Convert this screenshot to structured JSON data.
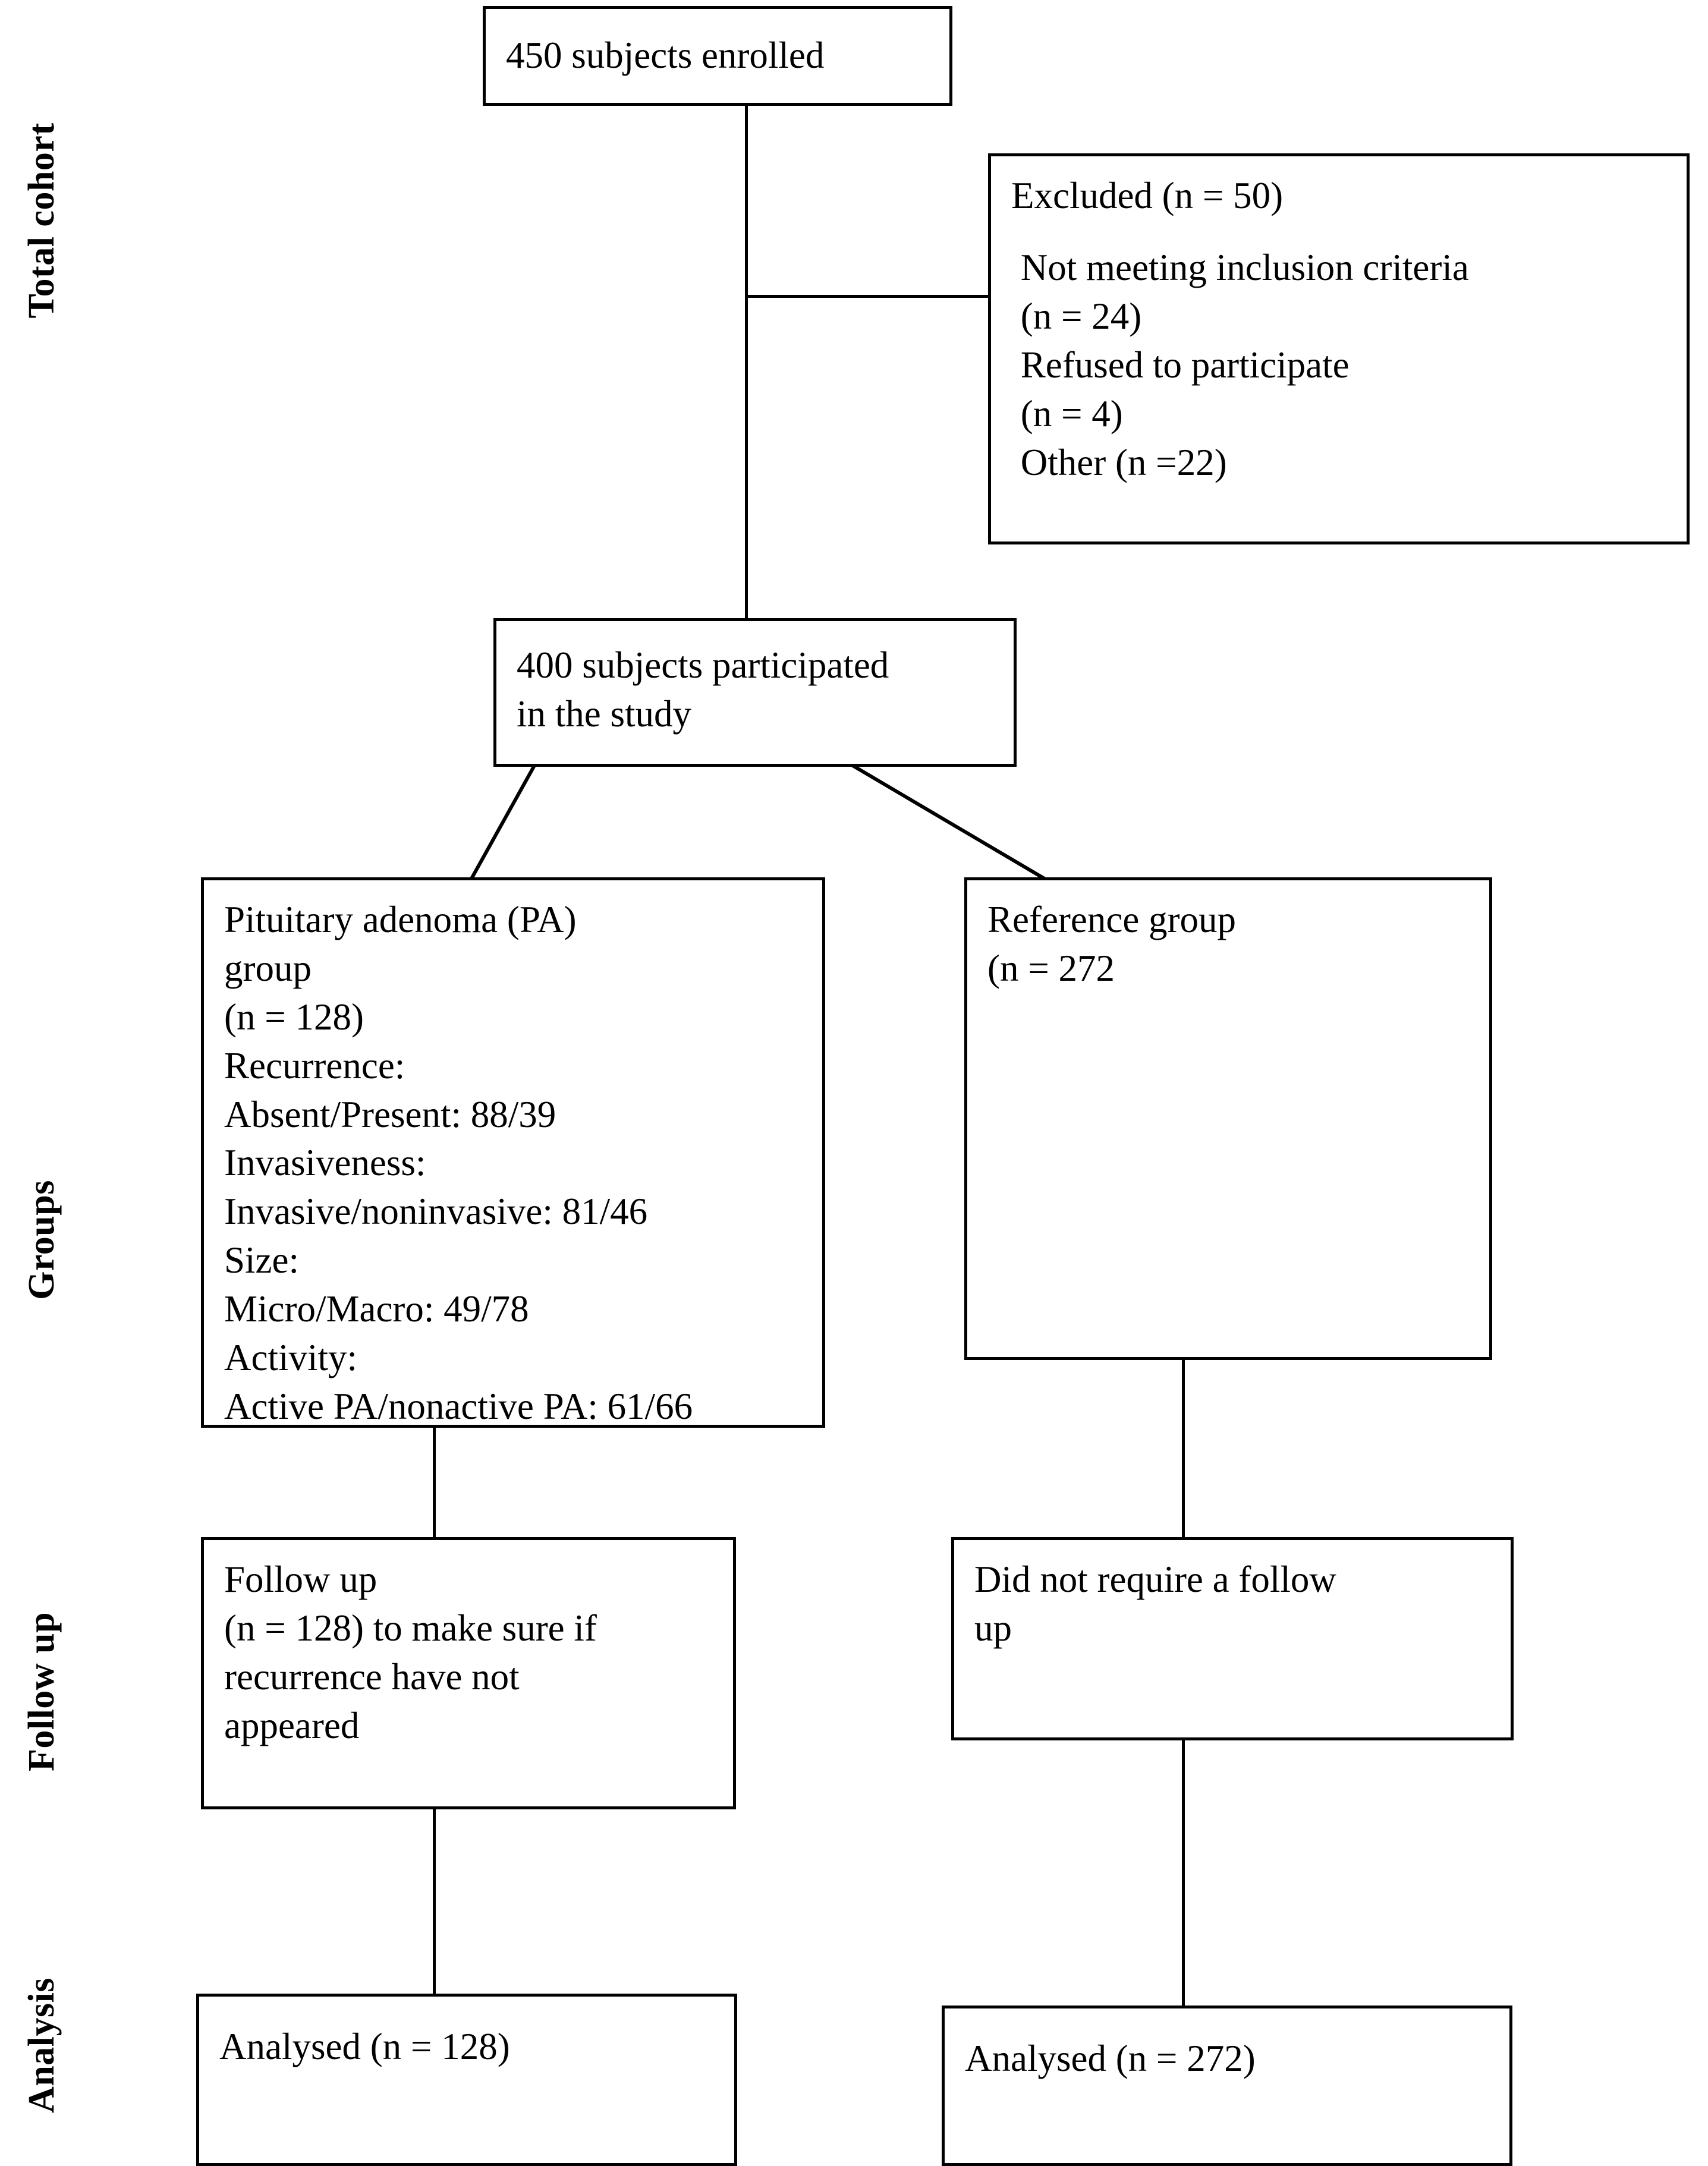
{
  "diagram": {
    "title": "CONSORT participant flow diagram",
    "stage_labels": [
      {
        "id": "total-cohort",
        "text": "Total cohort"
      },
      {
        "id": "groups",
        "text": "Groups"
      },
      {
        "id": "follow-up",
        "text": "Follow up"
      },
      {
        "id": "analysis",
        "text": "Analysis"
      }
    ],
    "boxes": {
      "enrolled": {
        "lines": [
          "450 subjects enrolled"
        ]
      },
      "excluded": {
        "lines": [
          "Excluded (n = 50)",
          "",
          " Not meeting inclusion criteria",
          " (n = 24)",
          " Refused to participate",
          " (n = 4)",
          " Other (n =22)"
        ]
      },
      "participated": {
        "lines": [
          "400 subjects participated",
          "in the study"
        ]
      },
      "pa_group": {
        "lines": [
          "Pituitary adenoma (PA)",
          "group",
          "(n = 128)",
          "Recurrence:",
          "Absent/Present: 88/39",
          "Invasiveness:",
          "Invasive/noninvasive: 81/46",
          "Size:",
          "Micro/Macro: 49/78",
          "Activity:",
          "Active PA/nonactive PA: 61/66"
        ]
      },
      "reference_group": {
        "lines": [
          "Reference group",
          "(n = 272"
        ]
      },
      "followup_pa": {
        "lines": [
          "Follow up",
          "(n = 128) to make sure if",
          "recurrence have not",
          "appeared"
        ]
      },
      "followup_ref": {
        "lines": [
          "Did not require a follow",
          "up"
        ]
      },
      "analysed_pa": {
        "lines": [
          "Analysed (n = 128)"
        ]
      },
      "analysed_ref": {
        "lines": [
          "Analysed (n = 272)"
        ]
      }
    },
    "colors": {
      "line": "#000000",
      "box_fill": "#ffffff",
      "text": "#000000"
    },
    "counts": {
      "enrolled": 450,
      "excluded_total": 50,
      "excluded_not_meeting_criteria": 24,
      "excluded_refused": 4,
      "excluded_other": 22,
      "participated": 400,
      "pa_group": 128,
      "reference_group": 272,
      "recurrence_absent": 88,
      "recurrence_present": 39,
      "invasive": 81,
      "noninvasive": 46,
      "micro": 49,
      "macro": 78,
      "active_pa": 61,
      "nonactive_pa": 66,
      "followup_pa": 128,
      "analysed_pa": 128,
      "analysed_ref": 272
    }
  }
}
